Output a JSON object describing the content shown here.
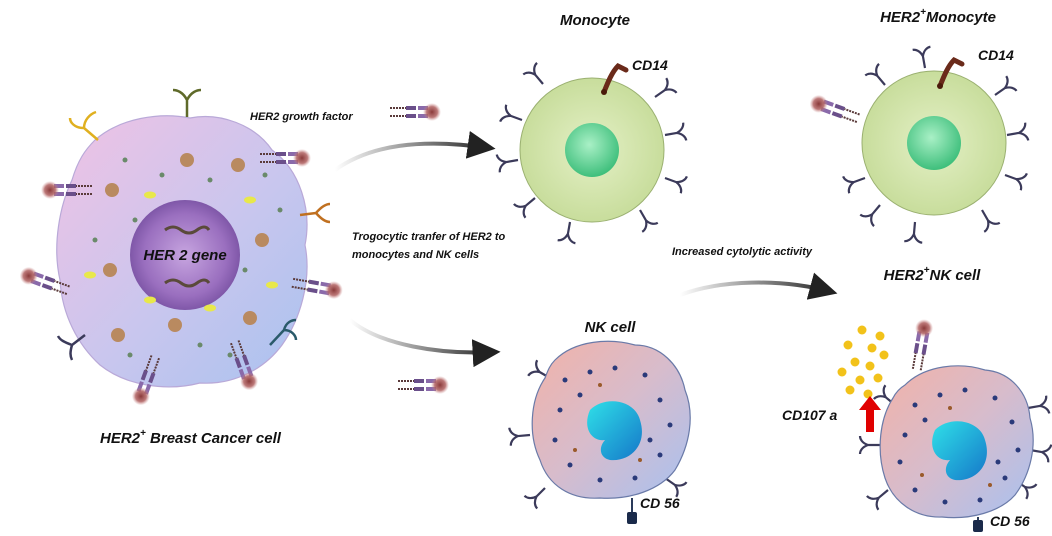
{
  "labels": {
    "monocyte": "Monocyte",
    "her2_monocyte_sup": "+",
    "her2_monocyte_a": "HER2",
    "her2_monocyte_b": "Monocyte",
    "cd14_left": "CD14",
    "cd14_right": "CD14",
    "her2_growth_factor": "HER2 growth factor",
    "her2_gene": "HER 2 gene",
    "trogocytic_line1": "Trogocytic tranfer of HER2 to",
    "trogocytic_line2": "monocytes and NK cells",
    "increased_cytolytic": "Increased cytolytic activity",
    "her2_nk_a": "HER2",
    "her2_nk_sup": "+",
    "her2_nk_b": "NK cell",
    "nk_cell": "NK cell",
    "cd107a": "CD107 a",
    "cd56_left": "CD 56",
    "cd56_right": "CD 56",
    "cancer_a": "HER2",
    "cancer_sup": "+",
    "cancer_b": " Breast Cancer cell"
  },
  "colors": {
    "cancer_fill_a": "#e9b9dc",
    "cancer_fill_b": "#b9c8ef",
    "nucleus": "#a77fc4",
    "monocyte_fill": "#d8e8b6",
    "monocyte_nucleus": "#6fd69e",
    "nk_fill_a": "#f0b3ad",
    "nk_fill_b": "#b7c6ee",
    "nk_nucleus": "#1f93cf",
    "receptor": "#3b3a5a",
    "arrow": "#333333",
    "red_arrow": "#e00000",
    "granules": "#f2c21a"
  }
}
